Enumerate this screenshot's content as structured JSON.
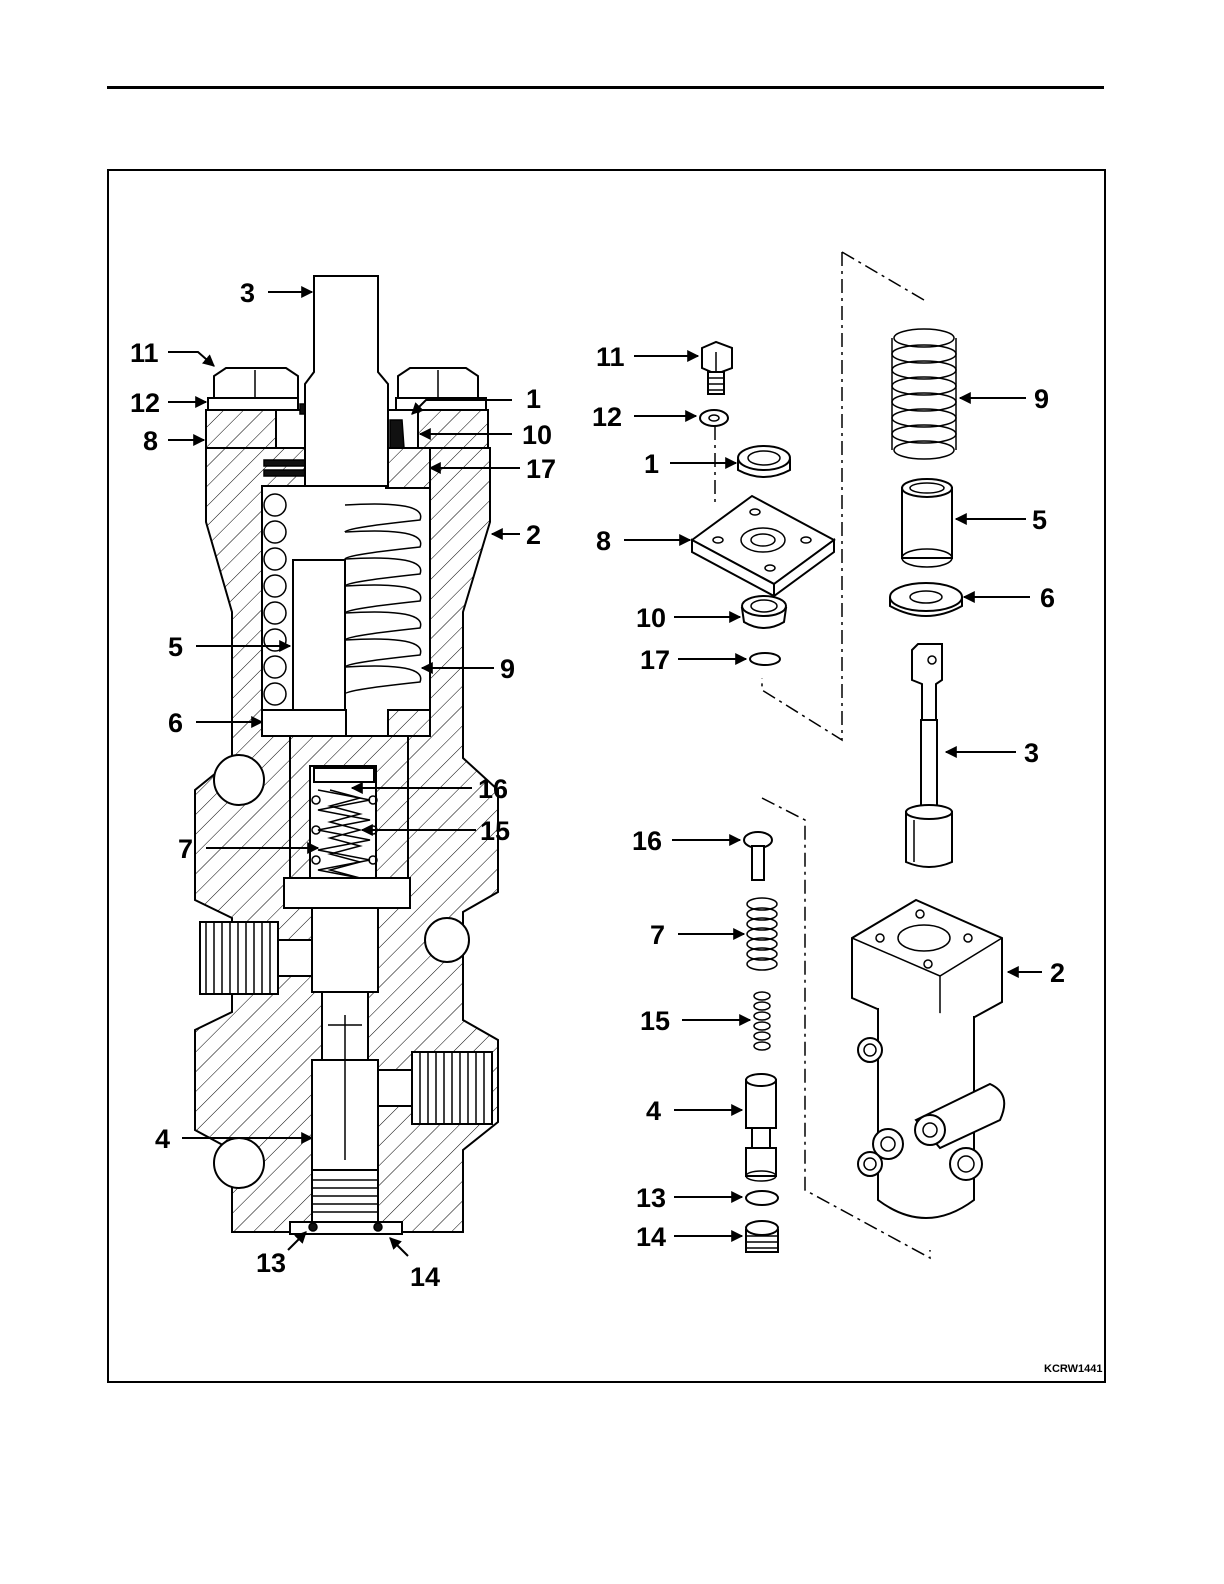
{
  "figure_code": "KCRW1441",
  "section_view": {
    "callouts": [
      {
        "id": "s3",
        "label": "3"
      },
      {
        "id": "s11",
        "label": "11"
      },
      {
        "id": "s12",
        "label": "12"
      },
      {
        "id": "s8",
        "label": "8"
      },
      {
        "id": "s1",
        "label": "1"
      },
      {
        "id": "s10",
        "label": "10"
      },
      {
        "id": "s17",
        "label": "17"
      },
      {
        "id": "s2",
        "label": "2"
      },
      {
        "id": "s5",
        "label": "5"
      },
      {
        "id": "s9",
        "label": "9"
      },
      {
        "id": "s6",
        "label": "6"
      },
      {
        "id": "s16",
        "label": "16"
      },
      {
        "id": "s15",
        "label": "15"
      },
      {
        "id": "s7",
        "label": "7"
      },
      {
        "id": "s4",
        "label": "4"
      },
      {
        "id": "s13",
        "label": "13"
      },
      {
        "id": "s14",
        "label": "14"
      }
    ]
  },
  "exploded_view": {
    "callouts": [
      {
        "id": "e11",
        "label": "11"
      },
      {
        "id": "e12",
        "label": "12"
      },
      {
        "id": "e1",
        "label": "1"
      },
      {
        "id": "e8",
        "label": "8"
      },
      {
        "id": "e10",
        "label": "10"
      },
      {
        "id": "e17",
        "label": "17"
      },
      {
        "id": "e9",
        "label": "9"
      },
      {
        "id": "e5",
        "label": "5"
      },
      {
        "id": "e6",
        "label": "6"
      },
      {
        "id": "e3",
        "label": "3"
      },
      {
        "id": "e16",
        "label": "16"
      },
      {
        "id": "e7",
        "label": "7"
      },
      {
        "id": "e15",
        "label": "15"
      },
      {
        "id": "e4",
        "label": "4"
      },
      {
        "id": "e13",
        "label": "13"
      },
      {
        "id": "e14",
        "label": "14"
      },
      {
        "id": "e2",
        "label": "2"
      }
    ]
  }
}
